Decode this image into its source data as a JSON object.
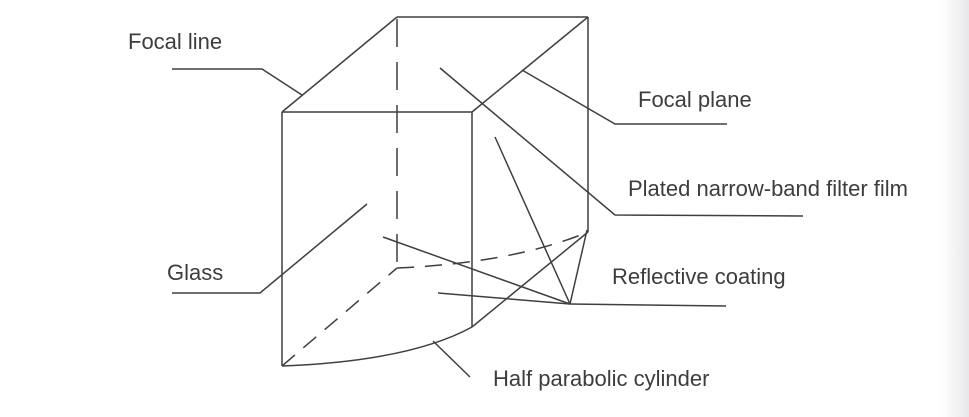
{
  "diagram": {
    "type": "technical-line-diagram",
    "subject": "half parabolic cylinder optical element",
    "background_color": "#ffffff",
    "line_color": "#3f3f3f",
    "text_color": "#3d3d3d",
    "labels": {
      "focal_line": "Focal line",
      "focal_plane": "Focal plane",
      "filter_film": "Plated narrow-band filter film",
      "glass": "Glass",
      "reflective_coating": "Reflective coating",
      "half_parabolic_cylinder": "Half parabolic cylinder"
    }
  }
}
